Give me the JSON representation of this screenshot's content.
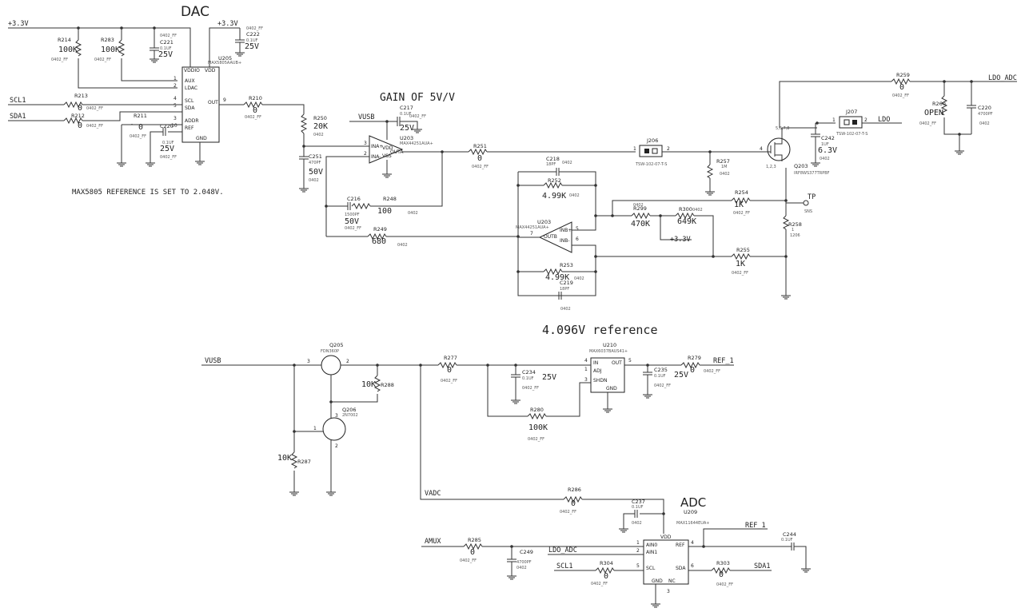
{
  "titles": {
    "dac": "DAC",
    "adc": "ADC",
    "gain": "GAIN OF 5V/V",
    "ref4096": "4.096V reference",
    "note": "MAX5805 REFERENCE IS SET TO 2.048V."
  },
  "nets": {
    "p3v3_a": "+3.3V",
    "p3v3_b": "+3.3V",
    "p3v3_c": "+3.3V",
    "scl1_a": "SCL1",
    "sda1_a": "SDA1",
    "vusb_a": "VUSB",
    "vusb_b": "VUSB",
    "ldo_adc_a": "LDO_ADC",
    "ldo": "LDO",
    "tp": "TP",
    "sns": "SNS",
    "ref1_a": "REF_1",
    "ref1_b": "REF_1",
    "vadc": "VADC",
    "amux": "AMUX",
    "ldo_adc_b": "LDO_ADC",
    "scl1_b": "SCL1",
    "sda1_b": "SDA1"
  },
  "parts": {
    "R214": {
      "ref": "R214",
      "value": "100K",
      "pkg": "0402_FF"
    },
    "R283": {
      "ref": "R283",
      "value": "100K",
      "pkg": "0402_FF"
    },
    "C221": {
      "ref": "C221",
      "value": "25V",
      "spec": "0.1UF",
      "pkg": "0402_FF"
    },
    "C222": {
      "ref": "C222",
      "value": "25V",
      "spec": "0.1UF",
      "pkg": "0402_FF"
    },
    "U205": {
      "ref": "U205",
      "part": "MAX5805AAUB+"
    },
    "R213": {
      "ref": "R213",
      "value": "0",
      "pkg": "0402_FF"
    },
    "R212": {
      "ref": "R212",
      "value": "0",
      "pkg": "0402_FF"
    },
    "R211": {
      "ref": "R211",
      "value": "0",
      "pkg": "0402_FF"
    },
    "C220b": {
      "ref": "C220",
      "value": "25V",
      "spec": "0.1UF",
      "pkg": "0402_FF"
    },
    "R210": {
      "ref": "R210",
      "value": "0",
      "pkg": "0402_FF"
    },
    "R250": {
      "ref": "R250",
      "value": "20K",
      "pkg": "0402"
    },
    "C251": {
      "ref": "C251",
      "value": "50V",
      "spec": "470PF",
      "pkg": "0402"
    },
    "C217": {
      "ref": "C217",
      "value": "25V",
      "spec": "0.1UF",
      "pkg": "0402_FF"
    },
    "U203a": {
      "ref": "U203",
      "part": "MAX44251AUA+"
    },
    "R251": {
      "ref": "R251",
      "value": "0",
      "pkg": "0402_FF"
    },
    "C216": {
      "ref": "C216",
      "value": "50V",
      "spec": "1500PF",
      "pkg": "0402_FF"
    },
    "R248": {
      "ref": "R248",
      "value": "100",
      "pkg": "0402"
    },
    "R249": {
      "ref": "R249",
      "value": "680",
      "pkg": "0402"
    },
    "C218": {
      "ref": "C218",
      "spec": "18PF",
      "pkg": "0402"
    },
    "R252": {
      "ref": "R252",
      "value": "4.99K",
      "pkg": "0402"
    },
    "U203b": {
      "ref": "U203",
      "part": "MAX44251AUA+"
    },
    "R253": {
      "ref": "R253",
      "value": "4.99K",
      "pkg": "0402"
    },
    "C219": {
      "ref": "C219",
      "spec": "18PF",
      "pkg": "0402"
    },
    "J206": {
      "ref": "J206",
      "part": "TSW-102-07-T-S"
    },
    "R257": {
      "ref": "R257",
      "value": "1M",
      "pkg": "0402"
    },
    "R299": {
      "ref": "R299",
      "value": "470K",
      "pkg": "0402"
    },
    "R300": {
      "ref": "R300",
      "value": "649K",
      "pkg": "0402"
    },
    "R254": {
      "ref": "R254",
      "value": "1K",
      "pkg": "0402_FF"
    },
    "R255": {
      "ref": "R255",
      "value": "1K",
      "pkg": "0402_FF"
    },
    "R258": {
      "ref": "R258",
      "value": "1",
      "pkg": "1206"
    },
    "Q203": {
      "ref": "Q203",
      "part": "IRF8WS377TRPBF"
    },
    "C242": {
      "ref": "C242",
      "value": "6.3V",
      "spec": "1UF",
      "pkg": "0402"
    },
    "J207": {
      "ref": "J207",
      "part": "TSW-102-07-T-S"
    },
    "R259": {
      "ref": "R259",
      "value": "0",
      "pkg": "0402_FF"
    },
    "R260": {
      "ref": "R260",
      "value": "OPEN",
      "pkg": "0402_FF"
    },
    "C220": {
      "ref": "C220",
      "spec": "4700PF",
      "pkg": "0402"
    },
    "Q205": {
      "ref": "Q205",
      "part": "FDN360P"
    },
    "R288": {
      "ref": "R288",
      "value": "10K"
    },
    "Q206": {
      "ref": "Q206",
      "part": "2N7002"
    },
    "R287": {
      "ref": "R287",
      "value": "10K"
    },
    "R277": {
      "ref": "R277",
      "value": "0",
      "pkg": "0402_FF"
    },
    "C234": {
      "ref": "C234",
      "value": "25V",
      "spec": "0.1UF",
      "pkg": "0402_FF"
    },
    "U210": {
      "ref": "U210",
      "part": "MAX6037BAUS41+"
    },
    "R280": {
      "ref": "R280",
      "value": "100K",
      "pkg": "0402_FF"
    },
    "C235": {
      "ref": "C235",
      "value": "25V",
      "spec": "0.1UF",
      "pkg": "0402_FF"
    },
    "R279": {
      "ref": "R279",
      "value": "0",
      "pkg": "0402_FF"
    },
    "R286": {
      "ref": "R286",
      "value": "0",
      "pkg": "0402_FF"
    },
    "C237": {
      "ref": "C237",
      "spec": "0.1UF",
      "pkg": "0402"
    },
    "U209": {
      "ref": "U209",
      "part": "MAX11644EUA+"
    },
    "C244": {
      "ref": "C244",
      "spec": "0.1UF"
    },
    "R285": {
      "ref": "R285",
      "value": "0",
      "pkg": "0402_FF"
    },
    "C249": {
      "ref": "C249",
      "spec": "4700PF",
      "pkg": "0402"
    },
    "R304": {
      "ref": "R304",
      "value": "0",
      "pkg": "0402_FF"
    },
    "R303": {
      "ref": "R303",
      "value": "0",
      "pkg": "0402_FF"
    }
  },
  "pins": {
    "u205": {
      "vddio": "VDDIO",
      "vdd": "VDD",
      "aux": "AUX",
      "ldac": "LDAC",
      "scl": "SCL",
      "sda": "SDA",
      "addr": "ADDR",
      "ref": "REF",
      "out": "OUT",
      "gnd": "GND"
    },
    "u203a": {
      "inap": "INA+",
      "inan": "INA-",
      "vdd": "VDD",
      "vss": "VSS",
      "outa": "OUTA"
    },
    "u203b": {
      "inbp": "INB+",
      "inbn": "INB-",
      "outb": "OUTB"
    },
    "u210": {
      "in": "IN",
      "adj": "ADJ",
      "shdn": "SHDN",
      "out": "OUT",
      "gnd": "GND"
    },
    "u209": {
      "vdd": "VDD",
      "ain0": "AIN0",
      "ain1": "AIN1",
      "scl": "SCL",
      "ref": "REF",
      "sda": "SDA",
      "gnd": "GND",
      "nc": "NC"
    }
  }
}
